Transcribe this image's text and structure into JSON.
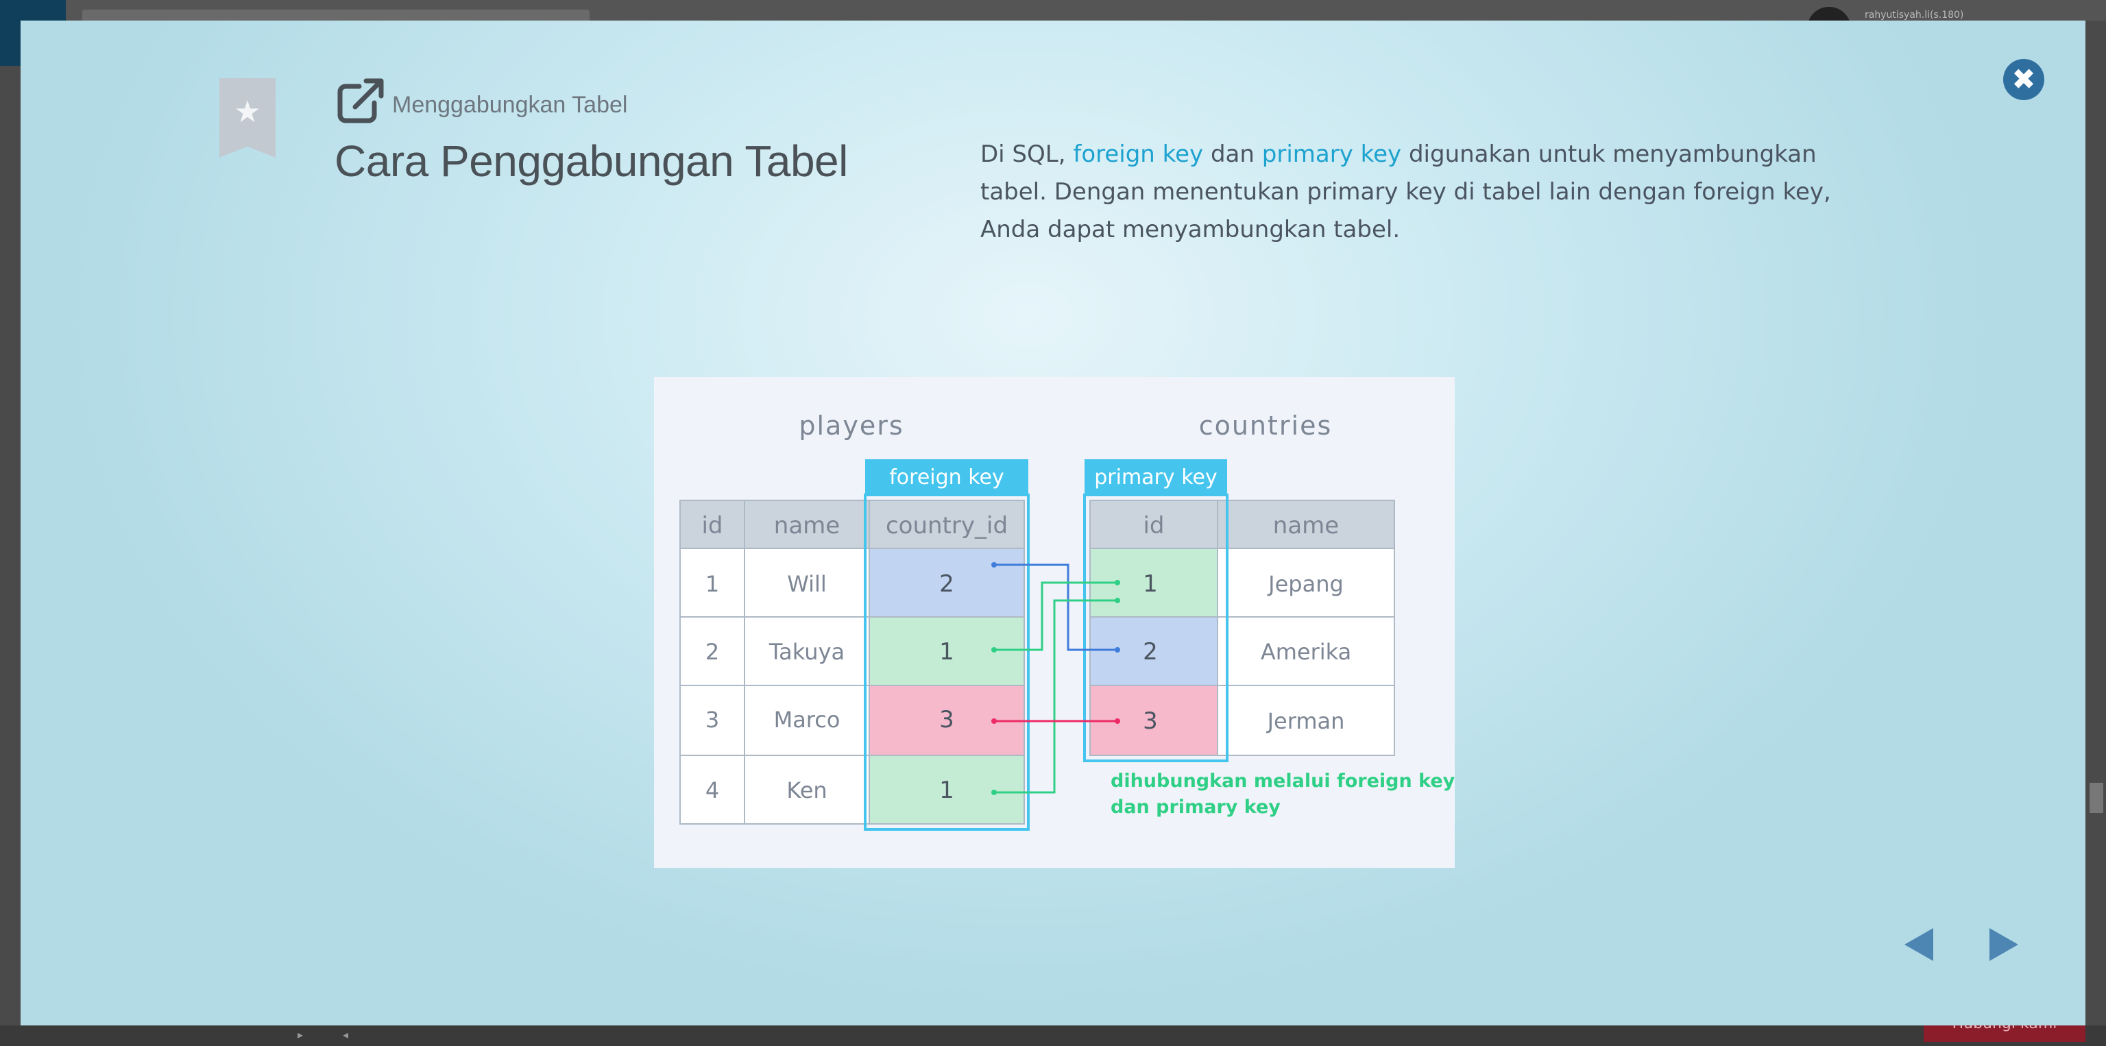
{
  "background": {
    "username": "rahyutisyah.li(s.180)",
    "bottom_button": "Hubungi kami"
  },
  "header": {
    "subtitle": "Menggabungkan Tabel",
    "title": "Cara Penggabungan Tabel"
  },
  "description": {
    "part1": "Di SQL, ",
    "kw1": "foreign key",
    "part2": " dan ",
    "kw2": "primary key",
    "part3": " digunakan untuk menyambungkan tabel. Dengan menentukan primary key di tabel lain dengan foreign key, Anda dapat menyambungkan tabel."
  },
  "diagram": {
    "players_label": "players",
    "countries_label": "countries",
    "foreign_key_label": "foreign key",
    "primary_key_label": "primary key",
    "players_headers": [
      "id",
      "name",
      "country_id"
    ],
    "players_rows": [
      [
        "1",
        "Will",
        "2"
      ],
      [
        "2",
        "Takuya",
        "1"
      ],
      [
        "3",
        "Marco",
        "3"
      ],
      [
        "4",
        "Ken",
        "1"
      ]
    ],
    "countries_headers": [
      "id",
      "name"
    ],
    "countries_rows": [
      [
        "1",
        "Jepang"
      ],
      [
        "2",
        "Amerika"
      ],
      [
        "3",
        "Jerman"
      ]
    ],
    "note_line1": "dihubungkan melalui foreign key",
    "note_line2": "dan primary key"
  },
  "colors": {
    "accent": "#1da2cf",
    "key_box": "#45c5ee",
    "blue_cell": "#c1d4f1",
    "green_cell": "#c4ecd4",
    "pink_cell": "#f5b9cb",
    "blue_line": "#3f7ddc",
    "green_line": "#2fcf86",
    "red_line": "#ee2b66",
    "close_button": "#2f6f9f"
  }
}
